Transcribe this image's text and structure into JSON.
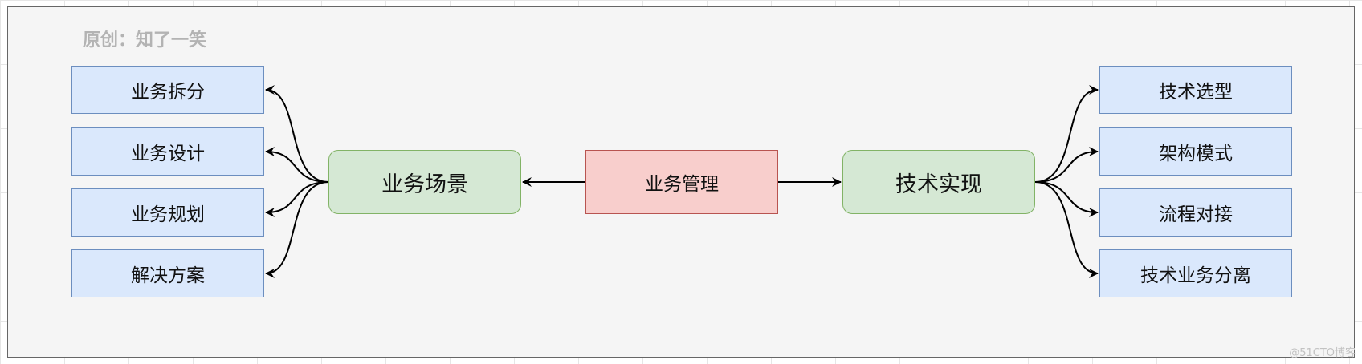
{
  "credit": "原创：知了一笑",
  "center": {
    "label": "业务管理",
    "fill": "#f8cecc",
    "stroke": "#b85450"
  },
  "left_hub": {
    "label": "业务场景",
    "children": [
      "业务拆分",
      "业务设计",
      "业务规划",
      "解决方案"
    ]
  },
  "right_hub": {
    "label": "技术实现",
    "children": [
      "技术选型",
      "架构模式",
      "流程对接",
      "技术业务分离"
    ]
  },
  "colors": {
    "leaf_fill": "#dae8fc",
    "leaf_stroke": "#6c8ebf",
    "hub_fill": "#d5e8d4",
    "hub_stroke": "#82b366",
    "canvas": "#f5f5f5"
  },
  "watermark": "@51CTO博客"
}
